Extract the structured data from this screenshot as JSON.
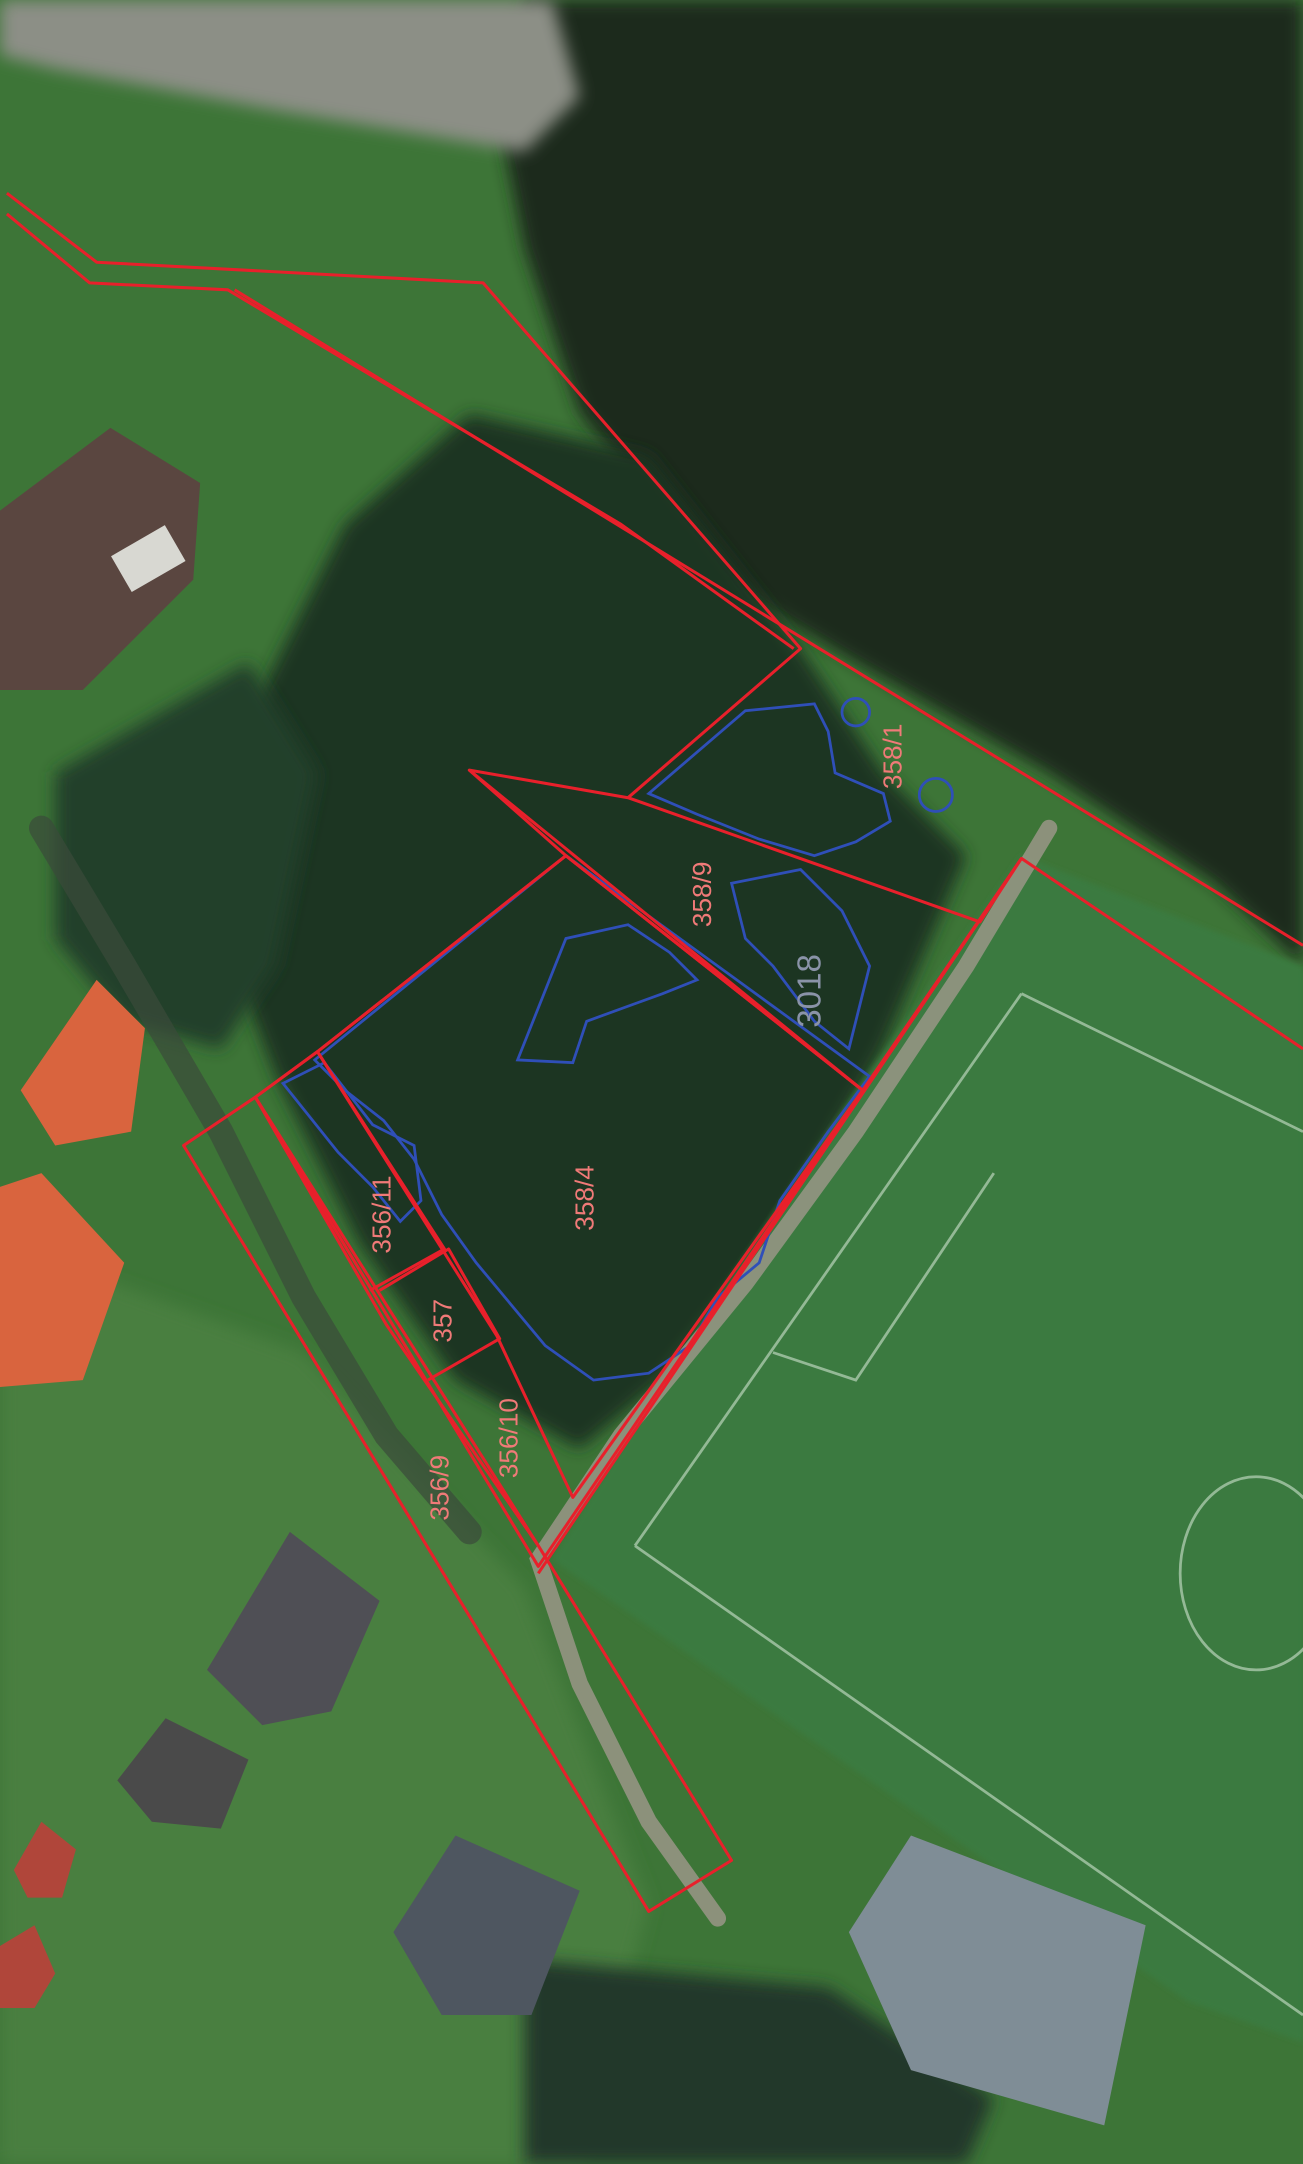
{
  "map": {
    "type": "cadastral-orthophoto",
    "colors": {
      "parcel_boundary": "#e8202b",
      "vegetation_outline": "#2f4fb8",
      "parcel_label": "#f07a78",
      "faint_label": "#8a93a8",
      "meadow": "#3f7a3a",
      "forest": "#1f3322",
      "field": "#3a6f3c",
      "path": "#9a9787",
      "roof_orange": "#d9643e",
      "roof_grey": "#4e5660",
      "roof_brown": "#5a4640"
    },
    "parcels": [
      {
        "id": "p-358-1",
        "label": "358/1"
      },
      {
        "id": "p-358-9",
        "label": "358/9"
      },
      {
        "id": "p-358-4",
        "label": "358/4"
      },
      {
        "id": "p-356-11",
        "label": "356/11"
      },
      {
        "id": "p-357",
        "label": "357"
      },
      {
        "id": "p-356-10",
        "label": "356/10"
      },
      {
        "id": "p-356-9",
        "label": "356/9"
      }
    ],
    "faint_labels": [
      {
        "id": "f-3018",
        "label": "3018"
      }
    ]
  }
}
